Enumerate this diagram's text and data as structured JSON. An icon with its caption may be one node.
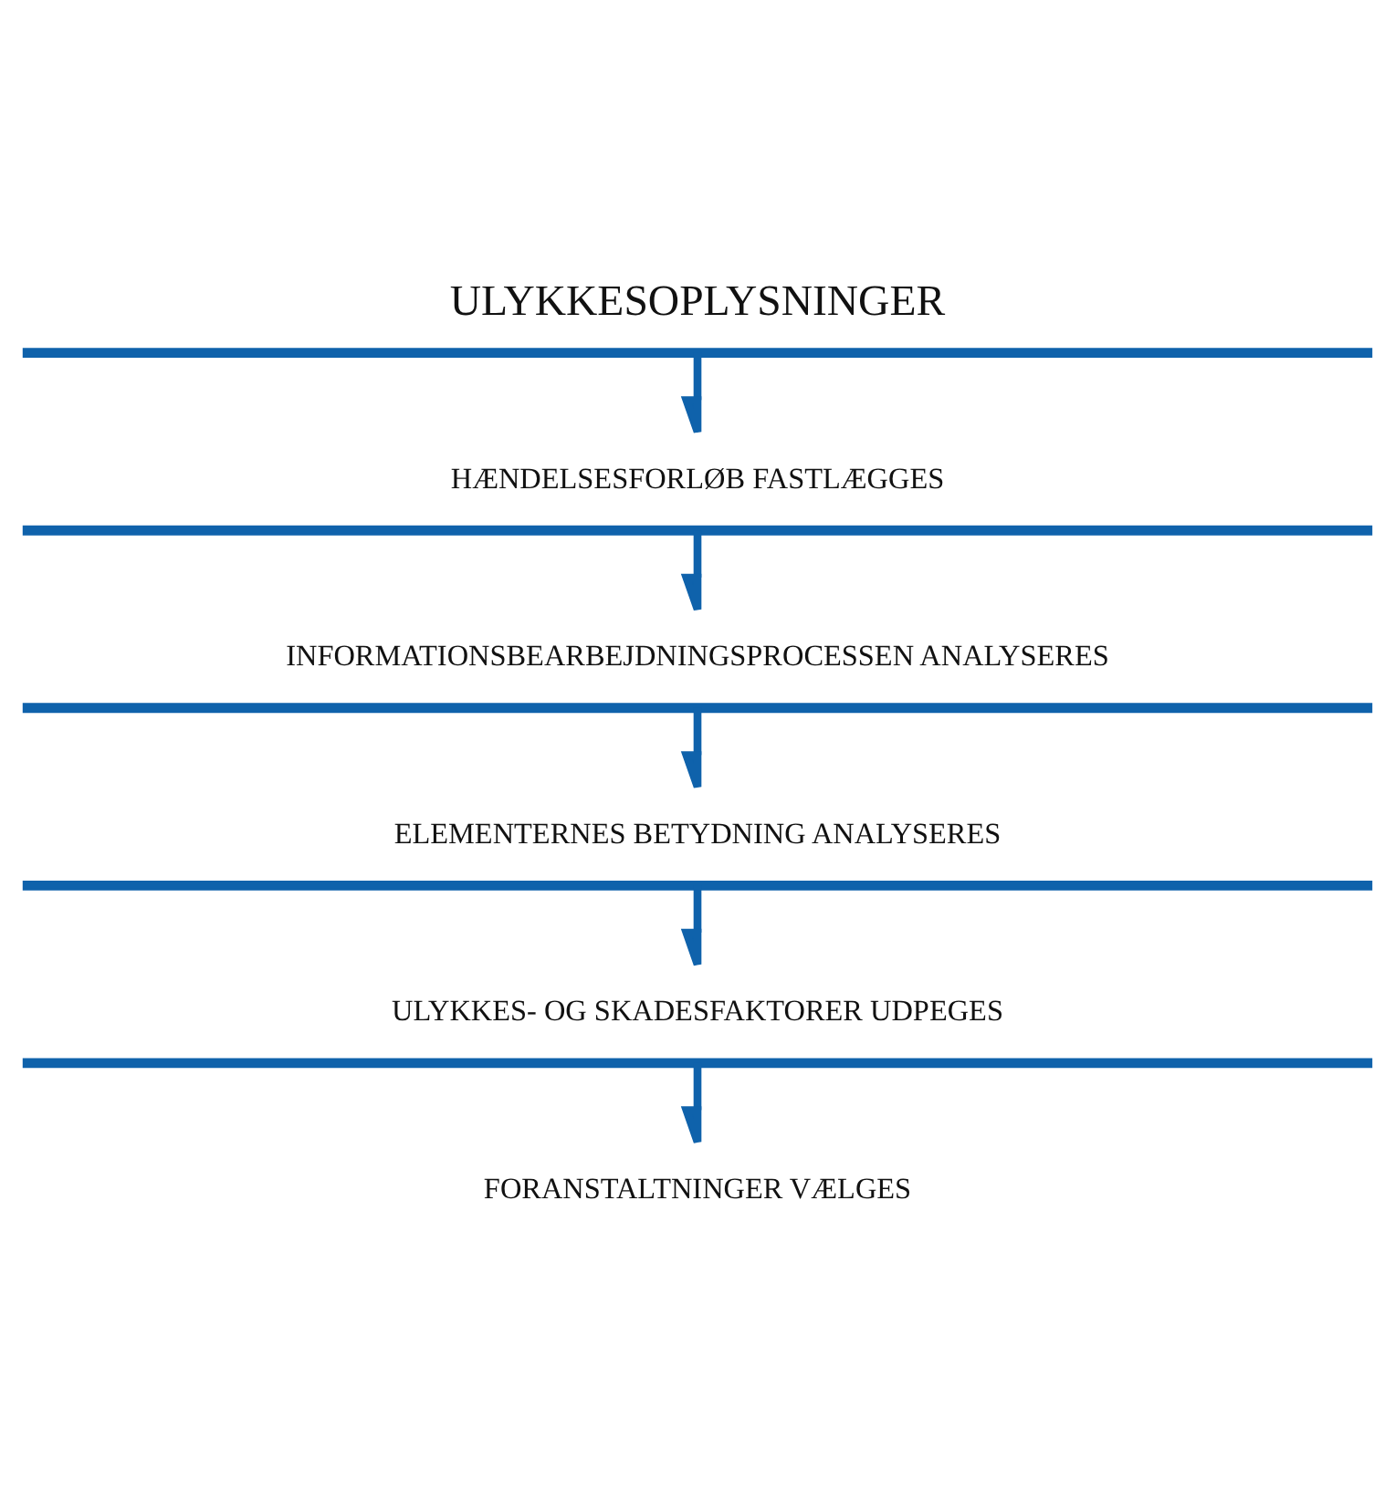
{
  "diagram": {
    "nodes": [
      {
        "text": [
          "ULYKKESOPLYSNINGER"
        ]
      },
      {
        "text": [
          "HÆNDELSESFORLØB FASTLÆGGES"
        ]
      },
      {
        "text": [
          "INFORMATIONSBEARBEJDNINGSPROCESSEN ANALYSERES"
        ]
      },
      {
        "text": [
          "ELEMENTERNES BETYDNING ANALYSERES"
        ]
      },
      {
        "text": [
          "ULYKKES- OG SKADESFAKTORER UDPEGES"
        ]
      },
      {
        "text": [
          "FORANSTALTNINGER VÆLGES"
        ]
      }
    ],
    "edges": [
      {
        "from": 0,
        "to": 1,
        "arrow": "to"
      },
      {
        "from": 1,
        "to": 2,
        "arrow": "to"
      },
      {
        "from": 2,
        "to": 3,
        "arrow": "to"
      },
      {
        "from": 3,
        "to": 4,
        "arrow": "to"
      },
      {
        "from": 4,
        "to": 5,
        "arrow": "to"
      }
    ]
  }
}
